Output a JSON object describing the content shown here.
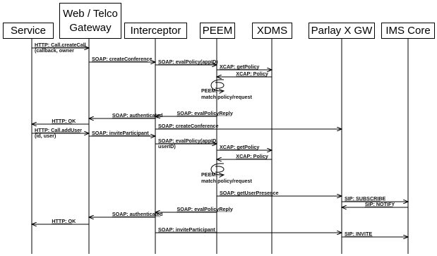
{
  "participants": [
    {
      "id": "service",
      "label": "Service"
    },
    {
      "id": "gateway",
      "label": "Web / Telco Gateway"
    },
    {
      "id": "interceptor",
      "label": "Interceptor"
    },
    {
      "id": "peem",
      "label": "PEEM"
    },
    {
      "id": "xdms",
      "label": "XDMS"
    },
    {
      "id": "parlay",
      "label": "Parlay X GW"
    },
    {
      "id": "ims",
      "label": "IMS Core"
    }
  ],
  "messages": [
    {
      "from": "service",
      "to": "gateway",
      "lines": [
        "HTTP: Call.createCall",
        "(callback, owner"
      ]
    },
    {
      "from": "gateway",
      "to": "interceptor",
      "lines": [
        "SOAP: createConference"
      ]
    },
    {
      "from": "interceptor",
      "to": "peem",
      "lines": [
        "SOAP: evalPolicy(appID)"
      ]
    },
    {
      "from": "peem",
      "to": "xdms",
      "lines": [
        "XCAP: getPolicy"
      ]
    },
    {
      "from": "xdms",
      "to": "peem",
      "lines": [
        "XCAP: Policy"
      ]
    },
    {
      "self": "peem",
      "lines": [
        "PEEM:",
        "match policy/request"
      ]
    },
    {
      "from": "peem",
      "to": "interceptor",
      "lines": [
        "SOAP: evalPolicyReply"
      ]
    },
    {
      "from": "interceptor",
      "to": "gateway",
      "lines": [
        "SOAP: authenticated"
      ]
    },
    {
      "from": "gateway",
      "to": "service",
      "lines": [
        "HTTP: OK"
      ]
    },
    {
      "from": "interceptor",
      "to": "parlay",
      "lines": [
        "SOAP: createConference"
      ]
    },
    {
      "from": "service",
      "to": "gateway",
      "lines": [
        "HTTP: Call.addUser",
        "(id, user)"
      ]
    },
    {
      "from": "gateway",
      "to": "interceptor",
      "lines": [
        "SOAP: inviteParticipant"
      ]
    },
    {
      "from": "interceptor",
      "to": "peem",
      "lines": [
        "SOAP: evalPolicy(appID,",
        "userID)"
      ]
    },
    {
      "from": "peem",
      "to": "xdms",
      "lines": [
        "XCAP: getPolicy"
      ]
    },
    {
      "from": "xdms",
      "to": "peem",
      "lines": [
        "XCAP: Policy"
      ]
    },
    {
      "self": "peem",
      "lines": [
        "PEEM:",
        "match policy/request"
      ]
    },
    {
      "from": "peem",
      "to": "parlay",
      "lines": [
        "SOAP: getUserPresence"
      ]
    },
    {
      "from": "parlay",
      "to": "ims",
      "lines": [
        "SIP: SUBSCRIBE"
      ]
    },
    {
      "from": "ims",
      "to": "parlay",
      "lines": [
        "SIP: NOTIFY"
      ]
    },
    {
      "from": "peem",
      "to": "interceptor",
      "lines": [
        "SOAP: evalPolicyReply"
      ]
    },
    {
      "from": "interceptor",
      "to": "gateway",
      "lines": [
        "SOAP: authenticated"
      ]
    },
    {
      "from": "gateway",
      "to": "service",
      "lines": [
        "HTTP: OK"
      ]
    },
    {
      "from": "interceptor",
      "to": "parlay",
      "lines": [
        "SOAP: inviteParticipant"
      ]
    },
    {
      "from": "parlay",
      "to": "ims",
      "lines": [
        "SIP: INVITE"
      ]
    }
  ]
}
